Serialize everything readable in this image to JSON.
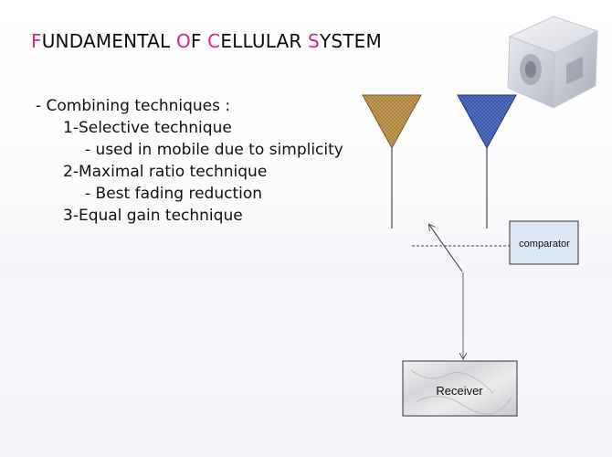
{
  "slide": {
    "title_parts": [
      {
        "text": "F",
        "accent": true
      },
      {
        "text": "UNDAMENTAL ",
        "accent": false
      },
      {
        "text": "O",
        "accent": true
      },
      {
        "text": "F ",
        "accent": false
      },
      {
        "text": "C",
        "accent": true
      },
      {
        "text": "ELLULAR ",
        "accent": false
      },
      {
        "text": "S",
        "accent": true
      },
      {
        "text": "YSTEM",
        "accent": false
      }
    ],
    "bullets": [
      {
        "level": 1,
        "text": "- Combining techniques :"
      },
      {
        "level": 2,
        "text": "1-Selective technique"
      },
      {
        "level": 3,
        "text": "- used in mobile due to simplicity"
      },
      {
        "level": 2,
        "text": "2-Maximal ratio technique"
      },
      {
        "level": 3,
        "text": "- Best fading reduction"
      },
      {
        "level": 2,
        "text": "3-Equal gain technique"
      }
    ]
  },
  "diagram": {
    "comparator_label": "comparator",
    "receiver_label": "Receiver"
  },
  "colors": {
    "accent": "#d81f8c",
    "antenna_left": "#c49a52",
    "antenna_right": "#4f6ec4",
    "comparator_fill": "#dce8f6",
    "receiver_fill": "#e4e4e6"
  }
}
